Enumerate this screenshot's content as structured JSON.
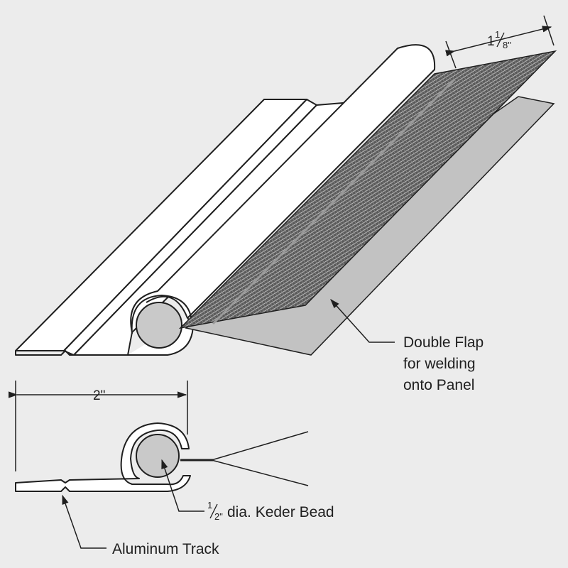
{
  "diagram": {
    "labels": {
      "double_flap_line1": "Double Flap",
      "double_flap_line2": "for welding",
      "double_flap_line3": "onto Panel",
      "keder_bead_text": "dia. Keder Bead",
      "aluminum_track": "Aluminum Track"
    },
    "dimensions": {
      "width_label": "2\"",
      "flap_width_whole": "1",
      "flap_width_numerator": "1",
      "flap_width_denominator": "8\"",
      "bead_dia_numerator": "1",
      "bead_dia_denominator": "2\""
    },
    "colors": {
      "background": "#ececec",
      "outline": "#1f1f1f",
      "bead_fill": "#c9c9c9",
      "woven_flap_fill": "#5a5a5a",
      "smooth_flap_fill": "#c2c2c2",
      "track_fill": "#ffffff"
    }
  }
}
